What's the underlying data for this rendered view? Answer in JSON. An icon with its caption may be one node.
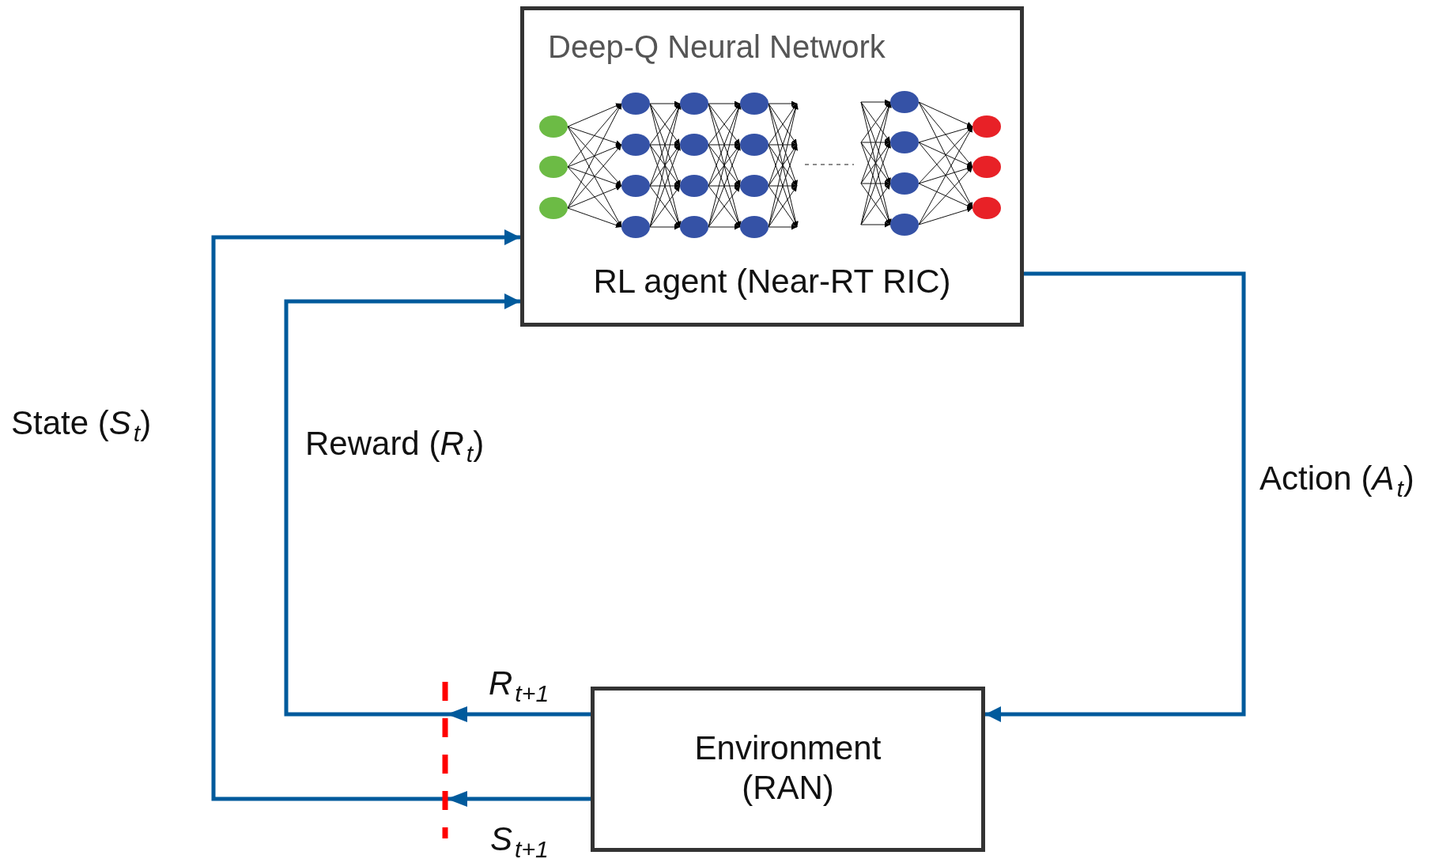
{
  "diagram": {
    "nodes": [
      {
        "text": [
          "Deep-Q Neural Network",
          "RL agent (Near-RT RIC)"
        ]
      },
      {
        "text": [
          "Environment (RAN)"
        ]
      }
    ],
    "edges": [
      {
        "from": 1,
        "to": 0,
        "arrow": "to",
        "label": "State (*S*$_{t}$)"
      },
      {
        "from": 1,
        "to": 0,
        "arrow": "to",
        "label": "Reward (*R*$_{t}$)"
      },
      {
        "from": 0,
        "to": 1,
        "arrow": "to",
        "label": "Action (*A*$_{t}$)"
      }
    ],
    "labels": [
      "*R*$_{t+1}$",
      "*S*$_{t+1}$"
    ]
  }
}
